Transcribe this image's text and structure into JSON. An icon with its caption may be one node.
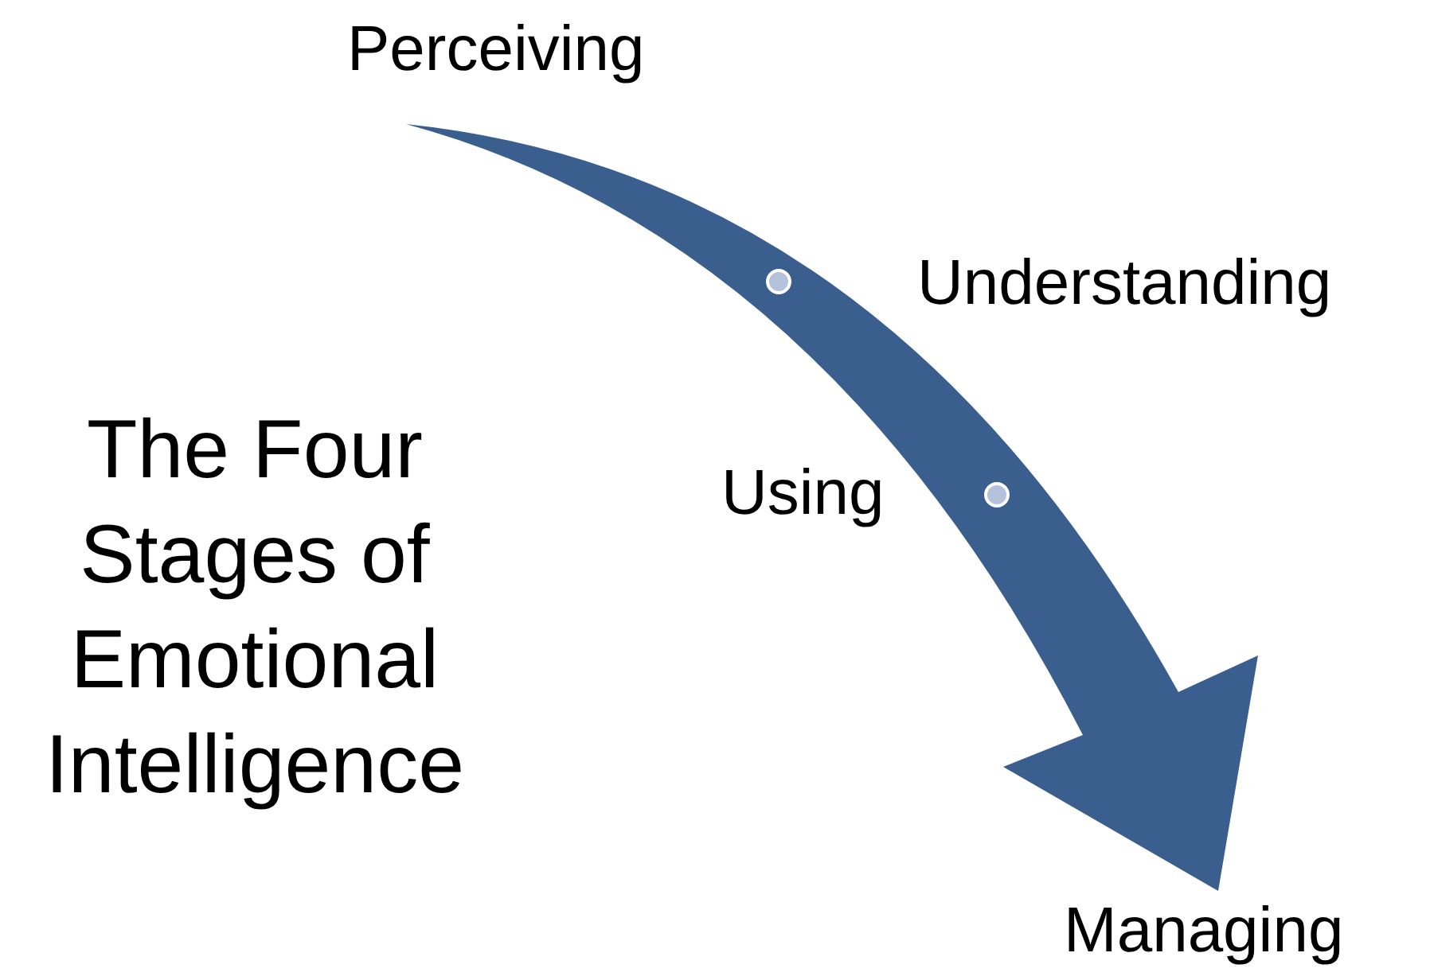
{
  "diagram": {
    "title": "The Four Stages of Emotional Intelligence",
    "labels": [
      "Perceiving",
      "Understanding",
      "Using",
      "Managing"
    ]
  }
}
